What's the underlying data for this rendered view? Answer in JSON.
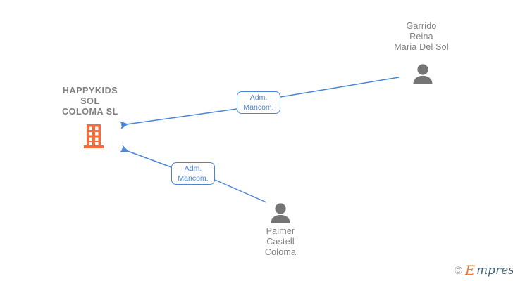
{
  "diagram": {
    "background_color": "#ffffff",
    "company": {
      "label": "HAPPYKIDS\nSOL\nCOLOMA  SL",
      "icon": "building-icon",
      "icon_color": "#f96a38",
      "text_color": "#7f7f7f"
    },
    "people": [
      {
        "id": "garrido",
        "label": "Garrido\nReina\nMaria Del Sol",
        "icon": "person-icon",
        "icon_color": "#757575",
        "text_color": "#808080"
      },
      {
        "id": "palmer",
        "label": "Palmer\nCastell\nColoma",
        "icon": "person-icon",
        "icon_color": "#757575",
        "text_color": "#808080"
      }
    ],
    "edges": [
      {
        "id": "edge-garrido",
        "label": "Adm.\nMancom.",
        "from": "garrido",
        "to": "company",
        "color": "#4a86d6"
      },
      {
        "id": "edge-palmer",
        "label": "Adm.\nMancom.",
        "from": "palmer",
        "to": "company",
        "color": "#4a86d6"
      }
    ]
  },
  "watermark": {
    "copyright": "©",
    "brand_initial": "E",
    "brand_rest": "mpresia"
  }
}
